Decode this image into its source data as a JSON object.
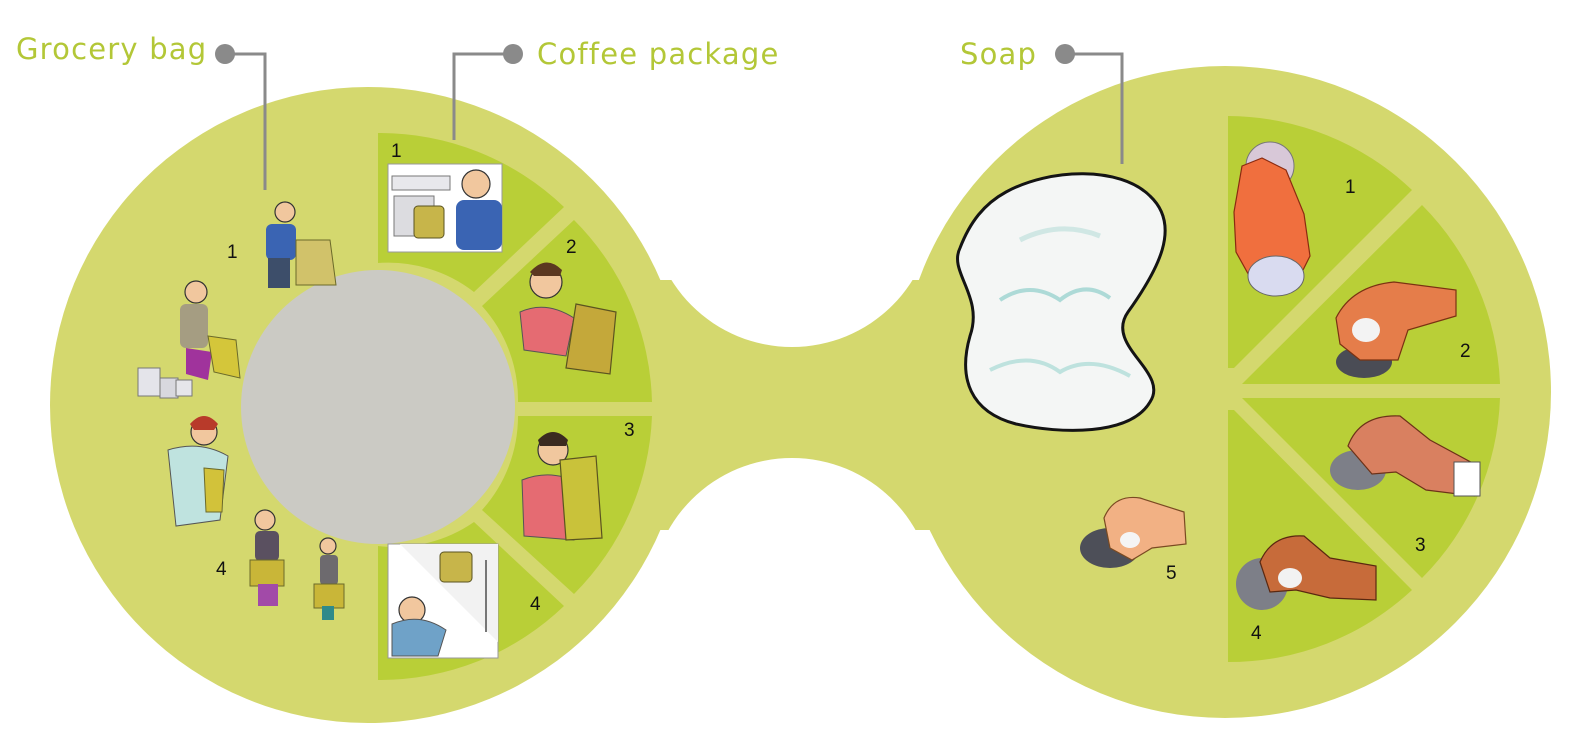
{
  "colors": {
    "outer": "#d4d86e",
    "segment": "#b9cf37",
    "hub": "#cbcac4",
    "connector": "#8a8a8a",
    "label": "#b3c737",
    "number": "#111111"
  },
  "labels": {
    "grocery_bag": "Grocery bag",
    "coffee_package": "Coffee package",
    "soap": "Soap"
  },
  "grocery_steps": [
    "1",
    "4"
  ],
  "coffee_steps": [
    "1",
    "2",
    "3",
    "4"
  ],
  "soap_steps": [
    "1",
    "2",
    "3",
    "4",
    "5"
  ]
}
